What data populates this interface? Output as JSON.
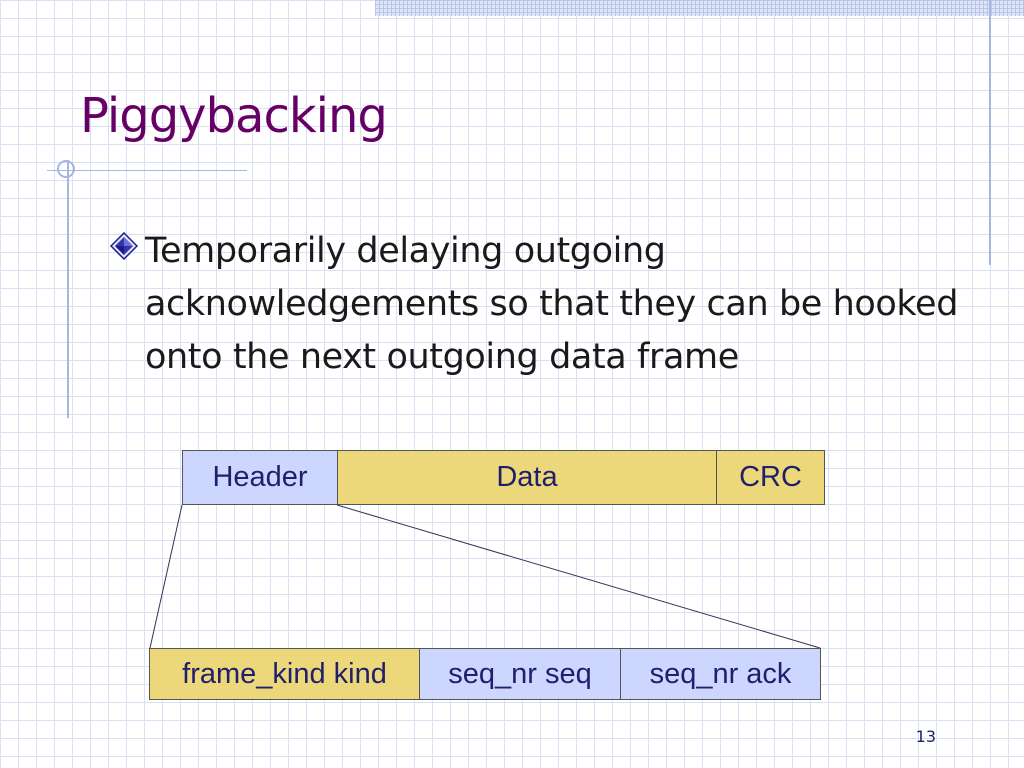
{
  "slide": {
    "title": "Piggybacking",
    "bullet_icon": "diamond-bullet-icon",
    "bullet_text": "Temporarily delaying outgoing acknowledgements so that they can be hooked onto the next outgoing data frame",
    "page_number": "13"
  },
  "frame": {
    "header": "Header",
    "data": "Data",
    "crc": "CRC"
  },
  "header_fields": {
    "kind": "frame_kind kind",
    "seq": "seq_nr seq",
    "ack": "seq_nr ack"
  },
  "colors": {
    "title": "#660066",
    "header_fill": "#ccd6ff",
    "data_fill": "#ecd77a",
    "cell_text": "#1f1f6b"
  }
}
